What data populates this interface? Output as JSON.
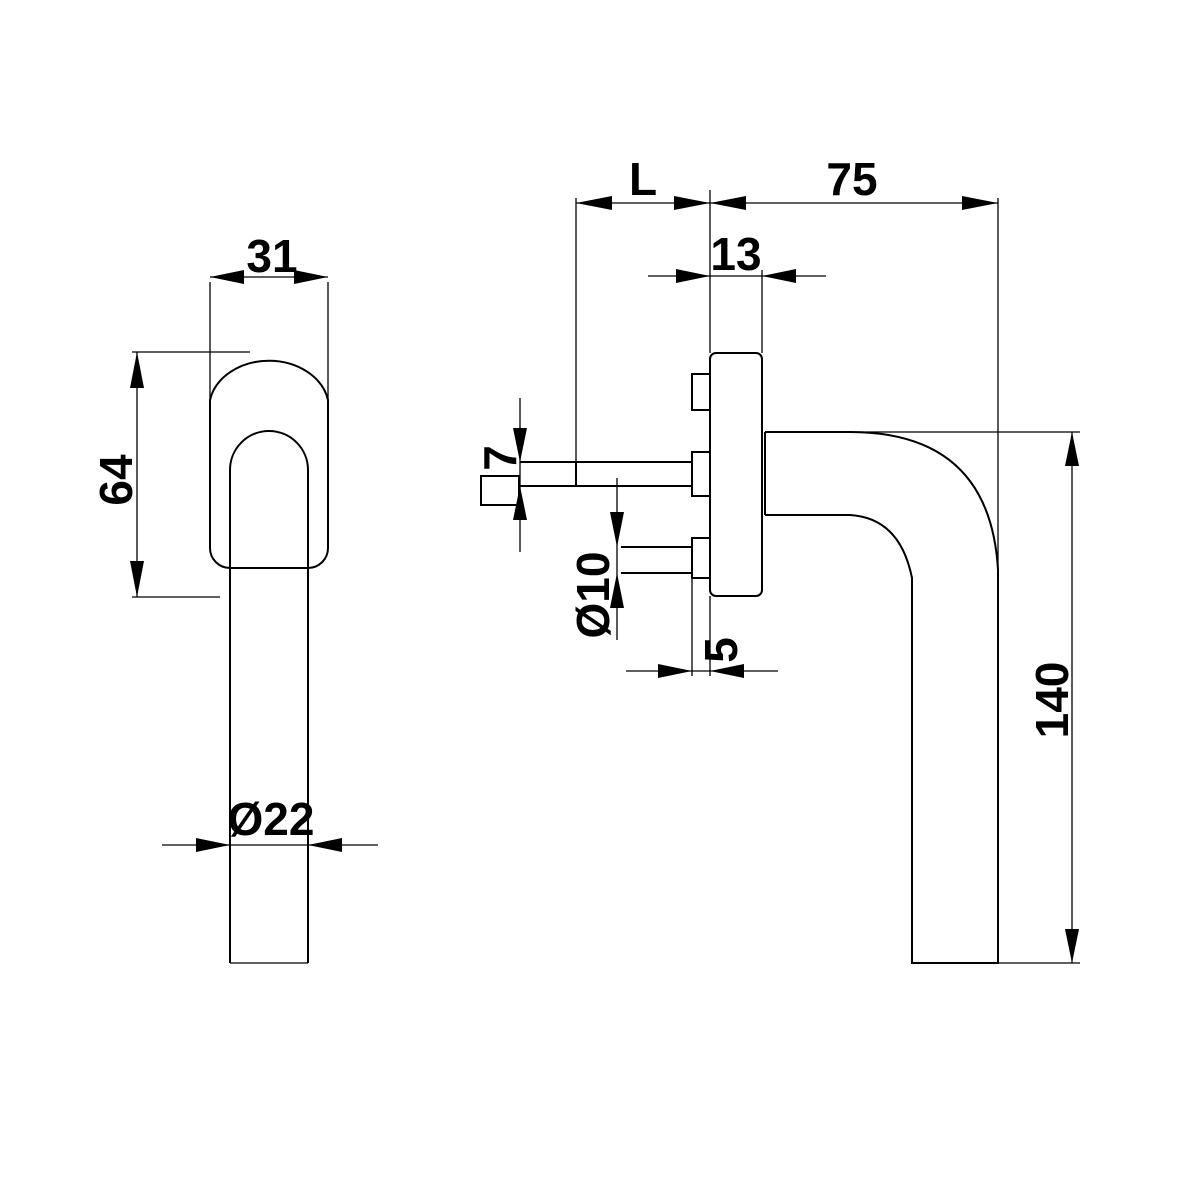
{
  "front_view": {
    "width_label": "31",
    "height_label": "64",
    "diameter_label": "Ø22"
  },
  "side_view": {
    "spindle_length_label": "L",
    "projection_label": "75",
    "rose_thickness_label": "13",
    "spindle_square_label": "7",
    "screw_diameter_label": "Ø10",
    "screw_offset_label": "5",
    "lever_height_label": "140"
  },
  "colors": {
    "line": "#000000",
    "background": "#ffffff"
  }
}
